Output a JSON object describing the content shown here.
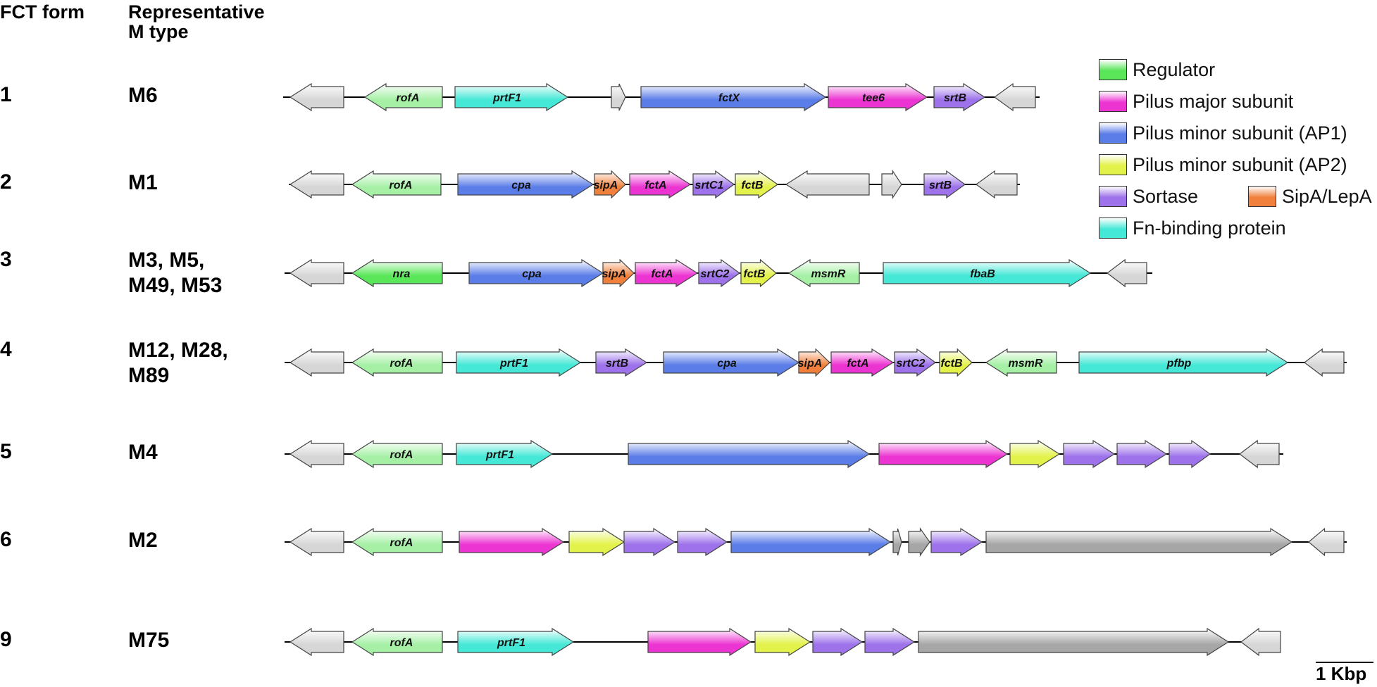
{
  "header": {
    "col1": "FCT form",
    "col2_line1": "Representative",
    "col2_line2": "M type"
  },
  "colors": {
    "gray": "#d6d6d6",
    "darkgray": "#a6a6a6",
    "regulator": "#59e659",
    "regulator_light": "#a6f0a6",
    "major": "#ec34d2",
    "minor1": "#5b7de8",
    "minor2": "#e3f24a",
    "sortase": "#9d72ea",
    "sipa": "#f0803c",
    "fn": "#45e8d6"
  },
  "legend": [
    {
      "key": "regulator",
      "label": "Regulator"
    },
    {
      "key": "major",
      "label": "Pilus major subunit"
    },
    {
      "key": "minor1",
      "label": "Pilus minor subunit (AP1)"
    },
    {
      "key": "minor2",
      "label": "Pilus minor subunit (AP2)"
    },
    {
      "key": "sortase",
      "label": "Sortase"
    },
    {
      "key": "sipa",
      "label": "SipA/LepA"
    },
    {
      "key": "fn",
      "label": "Fn-binding protein"
    }
  ],
  "scale": {
    "label": "1 Kbp"
  },
  "rows": [
    {
      "form": "1",
      "mtype": "M6",
      "genes": [
        {
          "dir": "L",
          "color": "gray",
          "label": ""
        },
        {
          "dir": "L",
          "color": "regulator_light",
          "label": "rofA"
        },
        {
          "dir": "R",
          "color": "fn",
          "label": "prtF1"
        },
        {
          "dir": "R",
          "color": "gray",
          "label": ""
        },
        {
          "dir": "R",
          "color": "minor1",
          "label": "fctX"
        },
        {
          "dir": "R",
          "color": "major",
          "label": "tee6"
        },
        {
          "dir": "R",
          "color": "sortase",
          "label": "srtB"
        },
        {
          "dir": "L",
          "color": "gray",
          "label": ""
        }
      ]
    },
    {
      "form": "2",
      "mtype": "M1",
      "genes": [
        {
          "dir": "L",
          "color": "gray",
          "label": ""
        },
        {
          "dir": "L",
          "color": "regulator_light",
          "label": "rofA"
        },
        {
          "dir": "R",
          "color": "minor1",
          "label": "cpa"
        },
        {
          "dir": "R",
          "color": "sipa",
          "label": "sipA"
        },
        {
          "dir": "R",
          "color": "major",
          "label": "fctA"
        },
        {
          "dir": "R",
          "color": "sortase",
          "label": "srtC1"
        },
        {
          "dir": "R",
          "color": "minor2",
          "label": "fctB"
        },
        {
          "dir": "L",
          "color": "gray",
          "label": ""
        },
        {
          "dir": "R",
          "color": "gray",
          "label": ""
        },
        {
          "dir": "R",
          "color": "sortase",
          "label": "srtB"
        },
        {
          "dir": "L",
          "color": "gray",
          "label": ""
        }
      ]
    },
    {
      "form": "3",
      "mtype": "M3, M5,\nM49, M53",
      "genes": [
        {
          "dir": "L",
          "color": "gray",
          "label": ""
        },
        {
          "dir": "L",
          "color": "regulator",
          "label": "nra"
        },
        {
          "dir": "R",
          "color": "minor1",
          "label": "cpa"
        },
        {
          "dir": "R",
          "color": "sipa",
          "label": "sipA"
        },
        {
          "dir": "R",
          "color": "major",
          "label": "fctA"
        },
        {
          "dir": "R",
          "color": "sortase",
          "label": "srtC2"
        },
        {
          "dir": "R",
          "color": "minor2",
          "label": "fctB"
        },
        {
          "dir": "L",
          "color": "regulator_light",
          "label": "msmR"
        },
        {
          "dir": "R",
          "color": "fn",
          "label": "fbaB"
        },
        {
          "dir": "L",
          "color": "gray",
          "label": ""
        }
      ]
    },
    {
      "form": "4",
      "mtype": "M12, M28,\nM89",
      "genes": [
        {
          "dir": "L",
          "color": "gray",
          "label": ""
        },
        {
          "dir": "L",
          "color": "regulator_light",
          "label": "rofA"
        },
        {
          "dir": "R",
          "color": "fn",
          "label": "prtF1"
        },
        {
          "dir": "R",
          "color": "sortase",
          "label": "srtB"
        },
        {
          "dir": "R",
          "color": "minor1",
          "label": "cpa"
        },
        {
          "dir": "R",
          "color": "sipa",
          "label": "sipA"
        },
        {
          "dir": "R",
          "color": "major",
          "label": "fctA"
        },
        {
          "dir": "R",
          "color": "sortase",
          "label": "srtC2"
        },
        {
          "dir": "R",
          "color": "minor2",
          "label": "fctB"
        },
        {
          "dir": "L",
          "color": "regulator_light",
          "label": "msmR"
        },
        {
          "dir": "R",
          "color": "fn",
          "label": "pfbp"
        },
        {
          "dir": "L",
          "color": "gray",
          "label": ""
        }
      ]
    },
    {
      "form": "5",
      "mtype": "M4",
      "genes": [
        {
          "dir": "L",
          "color": "gray",
          "label": ""
        },
        {
          "dir": "L",
          "color": "regulator_light",
          "label": "rofA"
        },
        {
          "dir": "R",
          "color": "fn",
          "label": "prtF1"
        },
        {
          "dir": "R",
          "color": "minor1",
          "label": ""
        },
        {
          "dir": "R",
          "color": "major",
          "label": ""
        },
        {
          "dir": "R",
          "color": "minor2",
          "label": ""
        },
        {
          "dir": "R",
          "color": "sortase",
          "label": ""
        },
        {
          "dir": "R",
          "color": "sortase",
          "label": ""
        },
        {
          "dir": "R",
          "color": "sortase",
          "label": ""
        },
        {
          "dir": "L",
          "color": "gray",
          "label": ""
        }
      ]
    },
    {
      "form": "6",
      "mtype": "M2",
      "genes": [
        {
          "dir": "L",
          "color": "gray",
          "label": ""
        },
        {
          "dir": "L",
          "color": "regulator_light",
          "label": "rofA"
        },
        {
          "dir": "R",
          "color": "major",
          "label": ""
        },
        {
          "dir": "R",
          "color": "minor2",
          "label": ""
        },
        {
          "dir": "R",
          "color": "sortase",
          "label": ""
        },
        {
          "dir": "R",
          "color": "sortase",
          "label": ""
        },
        {
          "dir": "R",
          "color": "minor1",
          "label": ""
        },
        {
          "dir": "R",
          "color": "darkgray",
          "label": ""
        },
        {
          "dir": "R",
          "color": "darkgray",
          "label": ""
        },
        {
          "dir": "R",
          "color": "sortase",
          "label": ""
        },
        {
          "dir": "R",
          "color": "darkgray",
          "label": ""
        },
        {
          "dir": "L",
          "color": "gray",
          "label": ""
        }
      ]
    },
    {
      "form": "9",
      "mtype": "M75",
      "genes": [
        {
          "dir": "L",
          "color": "gray",
          "label": ""
        },
        {
          "dir": "L",
          "color": "regulator_light",
          "label": "rofA"
        },
        {
          "dir": "R",
          "color": "fn",
          "label": "prtF1"
        },
        {
          "dir": "R",
          "color": "major",
          "label": ""
        },
        {
          "dir": "R",
          "color": "minor2",
          "label": ""
        },
        {
          "dir": "R",
          "color": "sortase",
          "label": ""
        },
        {
          "dir": "R",
          "color": "sortase",
          "label": ""
        },
        {
          "dir": "R",
          "color": "darkgray",
          "label": ""
        },
        {
          "dir": "L",
          "color": "gray",
          "label": ""
        }
      ]
    }
  ]
}
